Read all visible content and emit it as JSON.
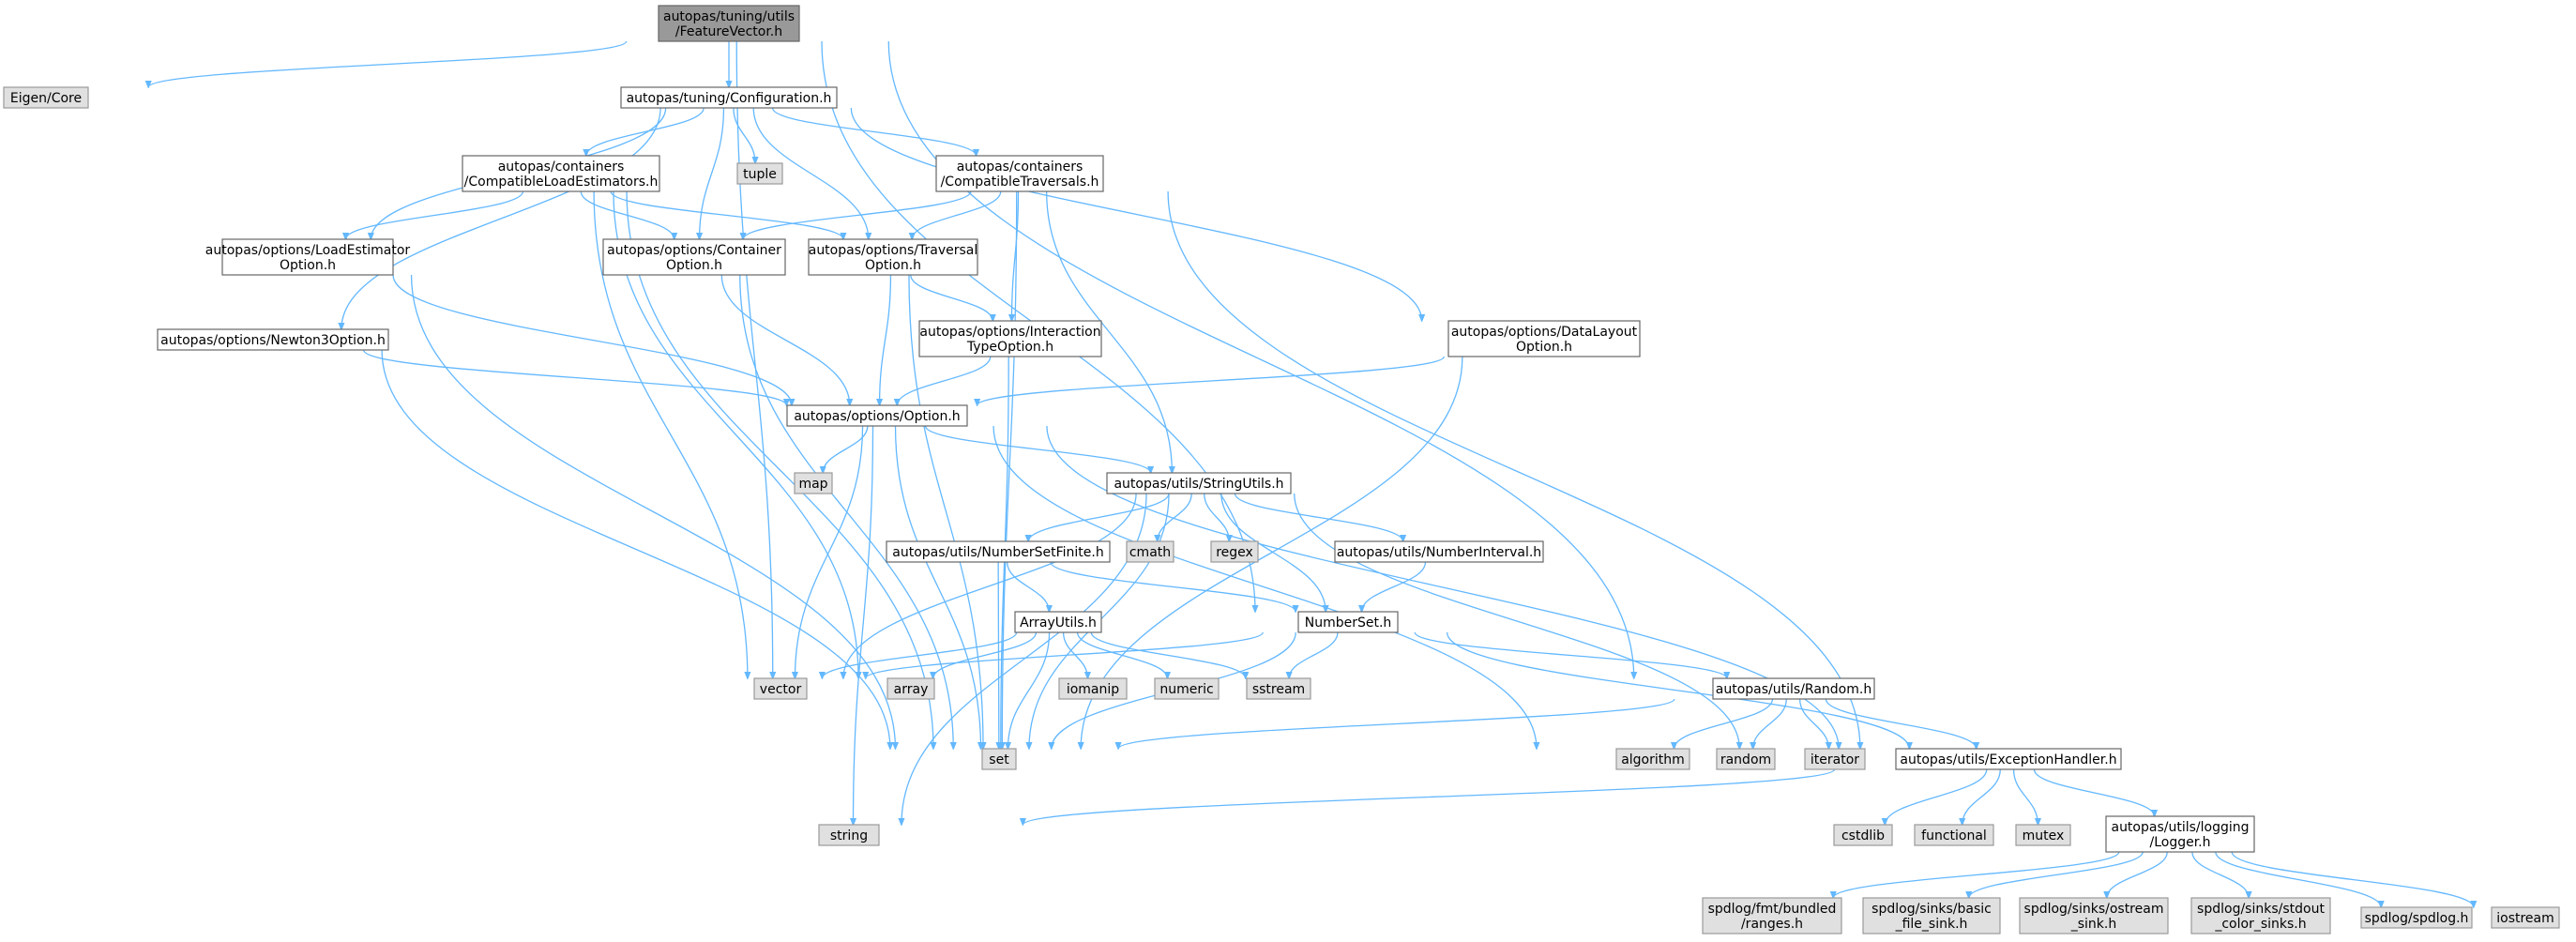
{
  "title": "",
  "colors": {
    "edge": "#63b8ff",
    "root_fill": "#999999",
    "local_fill": "#ffffff",
    "system_fill": "#e0e0e0",
    "border": "#666666"
  },
  "nodes": {
    "featurevector": {
      "lines": [
        "autopas/tuning/utils",
        "/FeatureVector.h"
      ],
      "kind": "root"
    },
    "eigen": {
      "lines": [
        "Eigen/Core"
      ],
      "kind": "system"
    },
    "configuration": {
      "lines": [
        "autopas/tuning/Configuration.h"
      ],
      "kind": "local"
    },
    "tuple": {
      "lines": [
        "tuple"
      ],
      "kind": "system"
    },
    "compat_load": {
      "lines": [
        "autopas/containers",
        "/CompatibleLoadEstimators.h"
      ],
      "kind": "local"
    },
    "compat_trav": {
      "lines": [
        "autopas/containers",
        "/CompatibleTraversals.h"
      ],
      "kind": "local"
    },
    "loadest_opt": {
      "lines": [
        "autopas/options/LoadEstimator",
        "Option.h"
      ],
      "kind": "local"
    },
    "container_opt": {
      "lines": [
        "autopas/options/Container",
        "Option.h"
      ],
      "kind": "local"
    },
    "traversal_opt": {
      "lines": [
        "autopas/options/Traversal",
        "Option.h"
      ],
      "kind": "local"
    },
    "newton3_opt": {
      "lines": [
        "autopas/options/Newton3Option.h"
      ],
      "kind": "local"
    },
    "interaction_opt": {
      "lines": [
        "autopas/options/Interaction",
        "TypeOption.h"
      ],
      "kind": "local"
    },
    "datalayout_opt": {
      "lines": [
        "autopas/options/DataLayout",
        "Option.h"
      ],
      "kind": "local"
    },
    "option": {
      "lines": [
        "autopas/options/Option.h"
      ],
      "kind": "local"
    },
    "map": {
      "lines": [
        "map"
      ],
      "kind": "system"
    },
    "stringutils": {
      "lines": [
        "autopas/utils/StringUtils.h"
      ],
      "kind": "local"
    },
    "numbersetfinite": {
      "lines": [
        "autopas/utils/NumberSetFinite.h"
      ],
      "kind": "local"
    },
    "cmath": {
      "lines": [
        "cmath"
      ],
      "kind": "system"
    },
    "regex": {
      "lines": [
        "regex"
      ],
      "kind": "system"
    },
    "numberinterval": {
      "lines": [
        "autopas/utils/NumberInterval.h"
      ],
      "kind": "local"
    },
    "arrayutils": {
      "lines": [
        "ArrayUtils.h"
      ],
      "kind": "local"
    },
    "numberset": {
      "lines": [
        "NumberSet.h"
      ],
      "kind": "local"
    },
    "vector": {
      "lines": [
        "vector"
      ],
      "kind": "system"
    },
    "array": {
      "lines": [
        "array"
      ],
      "kind": "system"
    },
    "iomanip": {
      "lines": [
        "iomanip"
      ],
      "kind": "system"
    },
    "numeric": {
      "lines": [
        "numeric"
      ],
      "kind": "system"
    },
    "sstream": {
      "lines": [
        "sstream"
      ],
      "kind": "system"
    },
    "random_h": {
      "lines": [
        "autopas/utils/Random.h"
      ],
      "kind": "local"
    },
    "set": {
      "lines": [
        "set"
      ],
      "kind": "system"
    },
    "algorithm": {
      "lines": [
        "algorithm"
      ],
      "kind": "system"
    },
    "random": {
      "lines": [
        "random"
      ],
      "kind": "system"
    },
    "iterator": {
      "lines": [
        "iterator"
      ],
      "kind": "system"
    },
    "exceptionhandler": {
      "lines": [
        "autopas/utils/ExceptionHandler.h"
      ],
      "kind": "local"
    },
    "string": {
      "lines": [
        "string"
      ],
      "kind": "system"
    },
    "cstdlib": {
      "lines": [
        "cstdlib"
      ],
      "kind": "system"
    },
    "functional": {
      "lines": [
        "functional"
      ],
      "kind": "system"
    },
    "mutex": {
      "lines": [
        "mutex"
      ],
      "kind": "system"
    },
    "logger": {
      "lines": [
        "autopas/utils/logging",
        "/Logger.h"
      ],
      "kind": "local"
    },
    "spd_ranges": {
      "lines": [
        "spdlog/fmt/bundled",
        "/ranges.h"
      ],
      "kind": "system"
    },
    "spd_basic": {
      "lines": [
        "spdlog/sinks/basic",
        "_file_sink.h"
      ],
      "kind": "system"
    },
    "spd_ostream": {
      "lines": [
        "spdlog/sinks/ostream",
        "_sink.h"
      ],
      "kind": "system"
    },
    "spd_stdout": {
      "lines": [
        "spdlog/sinks/stdout",
        "_color_sinks.h"
      ],
      "kind": "system"
    },
    "spd_spdlog": {
      "lines": [
        "spdlog/spdlog.h"
      ],
      "kind": "system"
    },
    "iostream": {
      "lines": [
        "iostream"
      ],
      "kind": "system"
    }
  },
  "edges": [
    [
      "featurevector",
      "eigen"
    ],
    [
      "featurevector",
      "configuration"
    ],
    [
      "featurevector",
      "vector"
    ],
    [
      "featurevector",
      "numberset"
    ],
    [
      "featurevector",
      "random_h"
    ],
    [
      "configuration",
      "tuple"
    ],
    [
      "configuration",
      "compat_load"
    ],
    [
      "configuration",
      "compat_trav"
    ],
    [
      "configuration",
      "loadest_opt"
    ],
    [
      "configuration",
      "container_opt"
    ],
    [
      "configuration",
      "traversal_opt"
    ],
    [
      "configuration",
      "newton3_opt"
    ],
    [
      "configuration",
      "datalayout_opt"
    ],
    [
      "compat_load",
      "loadest_opt"
    ],
    [
      "compat_load",
      "container_opt"
    ],
    [
      "compat_load",
      "traversal_opt"
    ],
    [
      "compat_load",
      "set"
    ],
    [
      "compat_load",
      "vector"
    ],
    [
      "compat_load",
      "array"
    ],
    [
      "compat_trav",
      "container_opt"
    ],
    [
      "compat_trav",
      "traversal_opt"
    ],
    [
      "compat_trav",
      "interaction_opt"
    ],
    [
      "compat_trav",
      "stringutils"
    ],
    [
      "compat_trav",
      "set"
    ],
    [
      "compat_trav",
      "exceptionhandler"
    ],
    [
      "loadest_opt",
      "option"
    ],
    [
      "loadest_opt",
      "set"
    ],
    [
      "container_opt",
      "option"
    ],
    [
      "container_opt",
      "set"
    ],
    [
      "traversal_opt",
      "option"
    ],
    [
      "traversal_opt",
      "interaction_opt"
    ],
    [
      "traversal_opt",
      "set"
    ],
    [
      "newton3_opt",
      "option"
    ],
    [
      "newton3_opt",
      "set"
    ],
    [
      "interaction_opt",
      "option"
    ],
    [
      "interaction_opt",
      "set"
    ],
    [
      "datalayout_opt",
      "option"
    ],
    [
      "datalayout_opt",
      "set"
    ],
    [
      "option",
      "map"
    ],
    [
      "option",
      "stringutils"
    ],
    [
      "option",
      "vector"
    ],
    [
      "option",
      "set"
    ],
    [
      "option",
      "string"
    ],
    [
      "option",
      "algorithm"
    ],
    [
      "option",
      "exceptionhandler"
    ],
    [
      "stringutils",
      "numbersetfinite"
    ],
    [
      "stringutils",
      "cmath"
    ],
    [
      "stringutils",
      "regex"
    ],
    [
      "stringutils",
      "numberinterval"
    ],
    [
      "stringutils",
      "numberset"
    ],
    [
      "stringutils",
      "vector"
    ],
    [
      "stringutils",
      "string"
    ],
    [
      "stringutils",
      "set"
    ],
    [
      "stringutils",
      "iterator"
    ],
    [
      "numbersetfinite",
      "arrayutils"
    ],
    [
      "numbersetfinite",
      "numberset"
    ],
    [
      "numbersetfinite",
      "set"
    ],
    [
      "numberinterval",
      "numberset"
    ],
    [
      "arrayutils",
      "vector"
    ],
    [
      "arrayutils",
      "array"
    ],
    [
      "arrayutils",
      "iomanip"
    ],
    [
      "arrayutils",
      "numeric"
    ],
    [
      "arrayutils",
      "sstream"
    ],
    [
      "arrayutils",
      "set"
    ],
    [
      "numberset",
      "vector"
    ],
    [
      "numberset",
      "sstream"
    ],
    [
      "numberset",
      "set"
    ],
    [
      "numberset",
      "random_h"
    ],
    [
      "numberset",
      "exceptionhandler"
    ],
    [
      "random_h",
      "algorithm"
    ],
    [
      "random_h",
      "random"
    ],
    [
      "random_h",
      "iterator"
    ],
    [
      "random_h",
      "set"
    ],
    [
      "random_h",
      "exceptionhandler"
    ],
    [
      "exceptionhandler",
      "string"
    ],
    [
      "exceptionhandler",
      "cstdlib"
    ],
    [
      "exceptionhandler",
      "functional"
    ],
    [
      "exceptionhandler",
      "mutex"
    ],
    [
      "exceptionhandler",
      "logger"
    ],
    [
      "logger",
      "spd_ranges"
    ],
    [
      "logger",
      "spd_basic"
    ],
    [
      "logger",
      "spd_ostream"
    ],
    [
      "logger",
      "spd_stdout"
    ],
    [
      "logger",
      "spd_spdlog"
    ],
    [
      "logger",
      "iostream"
    ]
  ]
}
